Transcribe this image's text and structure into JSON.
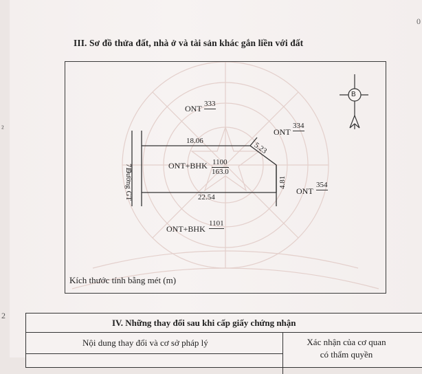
{
  "page": {
    "edge_mark_1": "²",
    "edge_mark_2": "2",
    "corner_mark": "0"
  },
  "section3": {
    "title": "III. Sơ đồ thửa đất, nhà ở và tài sản khác gắn liền với đất",
    "scale_note": "Kích thước tính bằng mét (m)"
  },
  "map": {
    "north_badge": "B",
    "road": {
      "name": "Đường GT",
      "width": "7.5"
    },
    "subject_parcel": {
      "type": "ONT+BHK",
      "number": "1100",
      "area": "163.0"
    },
    "dimensions": {
      "top": "18.06",
      "diagonal": "5.23",
      "right": "4.81",
      "bottom": "22.54"
    },
    "neighbors": [
      {
        "type": "ONT",
        "number": "333"
      },
      {
        "type": "ONT",
        "number": "334"
      },
      {
        "type": "ONT",
        "number": "354"
      },
      {
        "type": "ONT+BHK",
        "number": "1101"
      }
    ]
  },
  "section4": {
    "title": "IV. Những thay đổi sau khi cấp giấy chứng nhận",
    "col1": "Nội dung thay đổi và cơ sở pháp lý",
    "col2_line1": "Xác nhận của cơ quan",
    "col2_line2": "có thẩm quyền"
  }
}
